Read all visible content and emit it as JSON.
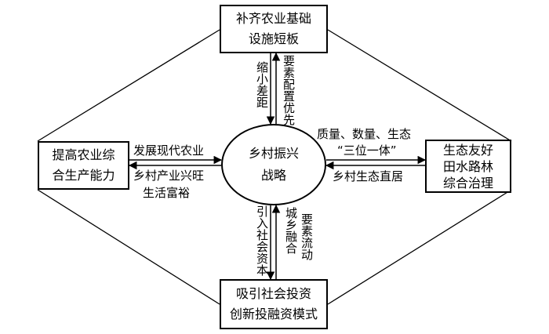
{
  "center": {
    "line1": "乡村振兴",
    "line2": "战略"
  },
  "top_box": {
    "line1": "补齐农业基础",
    "line2": "设施短板"
  },
  "left_box": {
    "line1": "提高农业综",
    "line2": "合生产能力"
  },
  "right_box": {
    "line1": "生态友好",
    "line2": "田水路林",
    "line3": "综合治理"
  },
  "bottom_box": {
    "line1": "吸引社会投资",
    "line2": "创新投融资模式"
  },
  "labels": {
    "top_left": "缩小差距",
    "top_right": "要素配置优先",
    "left_top": "发展现代农业",
    "left_bottom_1": "乡村产业兴旺",
    "left_bottom_2": "生活富裕",
    "right_top_1": "质量、数量、生态",
    "right_top_2": "“三位一体”",
    "right_bottom": "乡村生态直居",
    "bottom_left": "引入社会资本",
    "bottom_mid": "城乡融合",
    "bottom_right": "要素流动"
  }
}
